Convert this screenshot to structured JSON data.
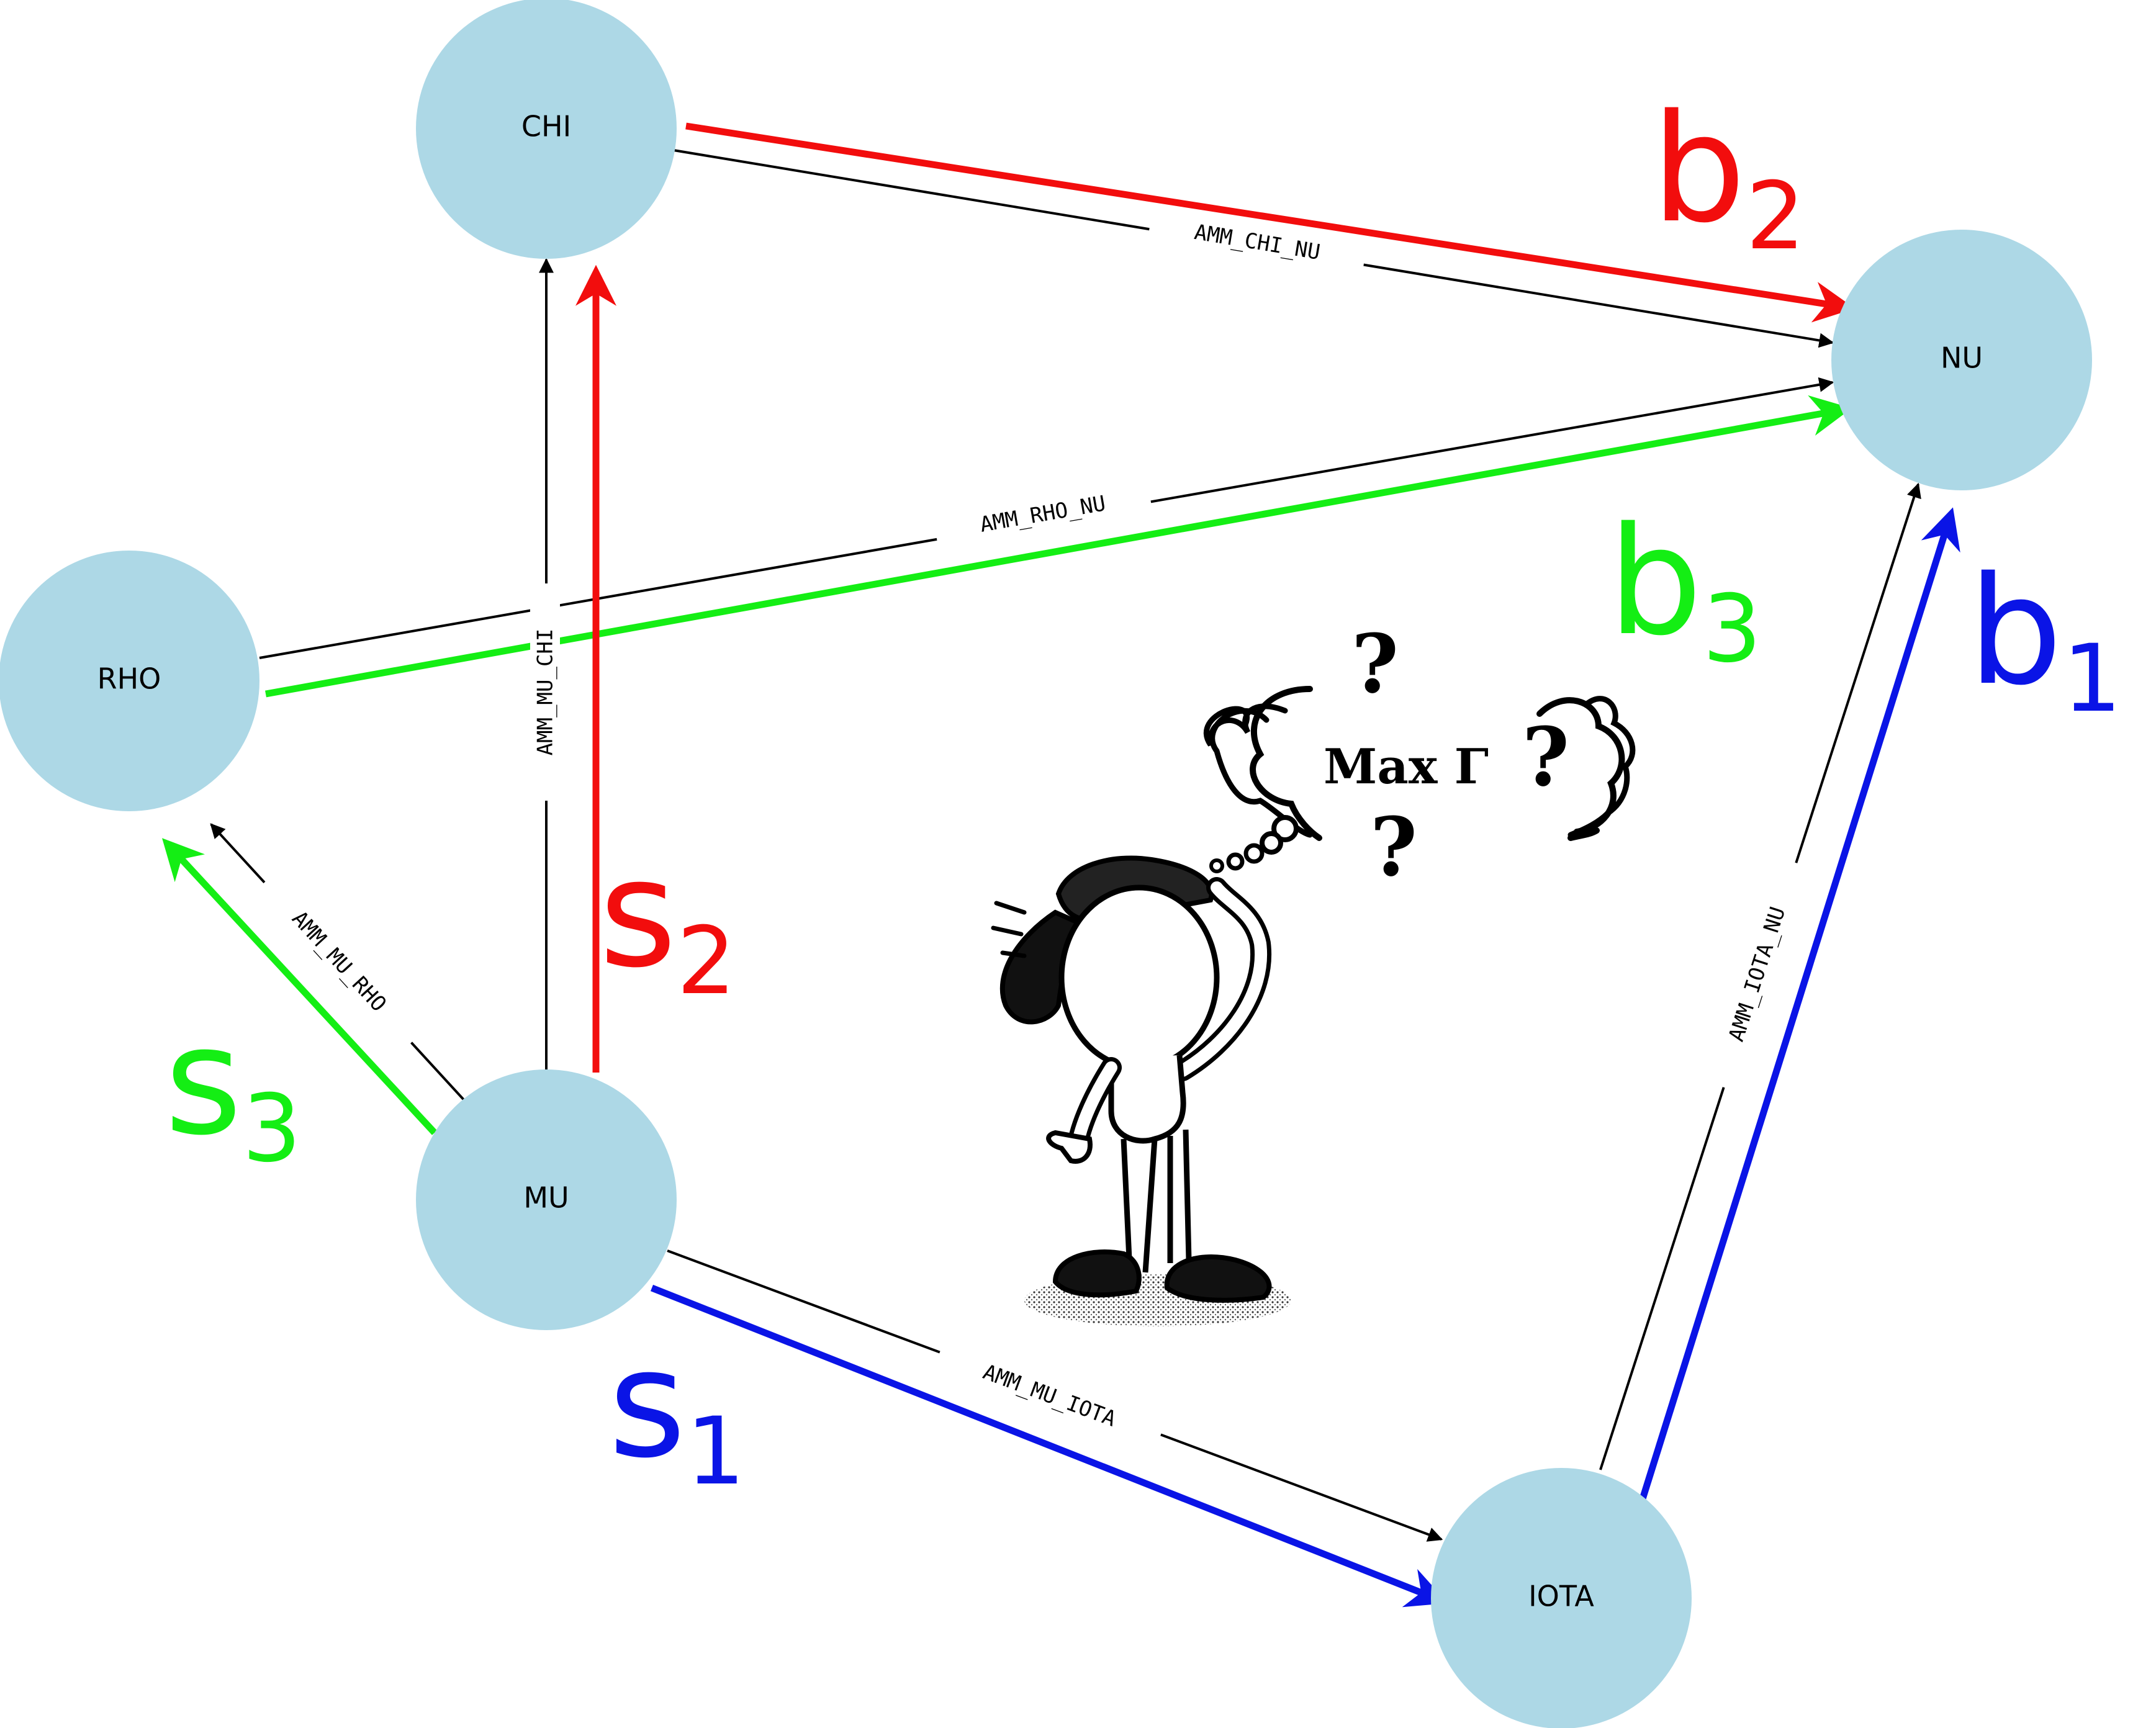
{
  "nodes": [
    {
      "id": "CHI",
      "label": "CHI"
    },
    {
      "id": "NU",
      "label": "NU"
    },
    {
      "id": "RHO",
      "label": "RHO"
    },
    {
      "id": "MU",
      "label": "MU"
    },
    {
      "id": "IOTA",
      "label": "IOTA"
    }
  ],
  "edges": [
    {
      "from": "CHI",
      "to": "NU",
      "label": "AMM_CHI_NU"
    },
    {
      "from": "RHO",
      "to": "NU",
      "label": "AMM_RHO_NU"
    },
    {
      "from": "MU",
      "to": "CHI",
      "label": "AMM_MU_CHI"
    },
    {
      "from": "MU",
      "to": "RHO",
      "label": "AMM_MU_RHO"
    },
    {
      "from": "MU",
      "to": "IOTA",
      "label": "AMM_MU_IOTA"
    },
    {
      "from": "IOTA",
      "to": "NU",
      "label": "AMM_IOTA_NU"
    }
  ],
  "paths": {
    "s1": {
      "letter": "s",
      "sub": "1",
      "color": "#0a14e6"
    },
    "s2": {
      "letter": "s",
      "sub": "2",
      "color": "#f20d0d"
    },
    "s3": {
      "letter": "s",
      "sub": "3",
      "color": "#14ee14"
    },
    "b1": {
      "letter": "b",
      "sub": "1",
      "color": "#0a14e6"
    },
    "b2": {
      "letter": "b",
      "sub": "2",
      "color": "#f20d0d"
    },
    "b3": {
      "letter": "b",
      "sub": "3",
      "color": "#14ee14"
    }
  },
  "thought": {
    "text": "Max Γ",
    "q1": "?",
    "q2": "?",
    "q3": "?"
  },
  "colors": {
    "node_fill": "#add8e6",
    "edge": "#000000"
  }
}
